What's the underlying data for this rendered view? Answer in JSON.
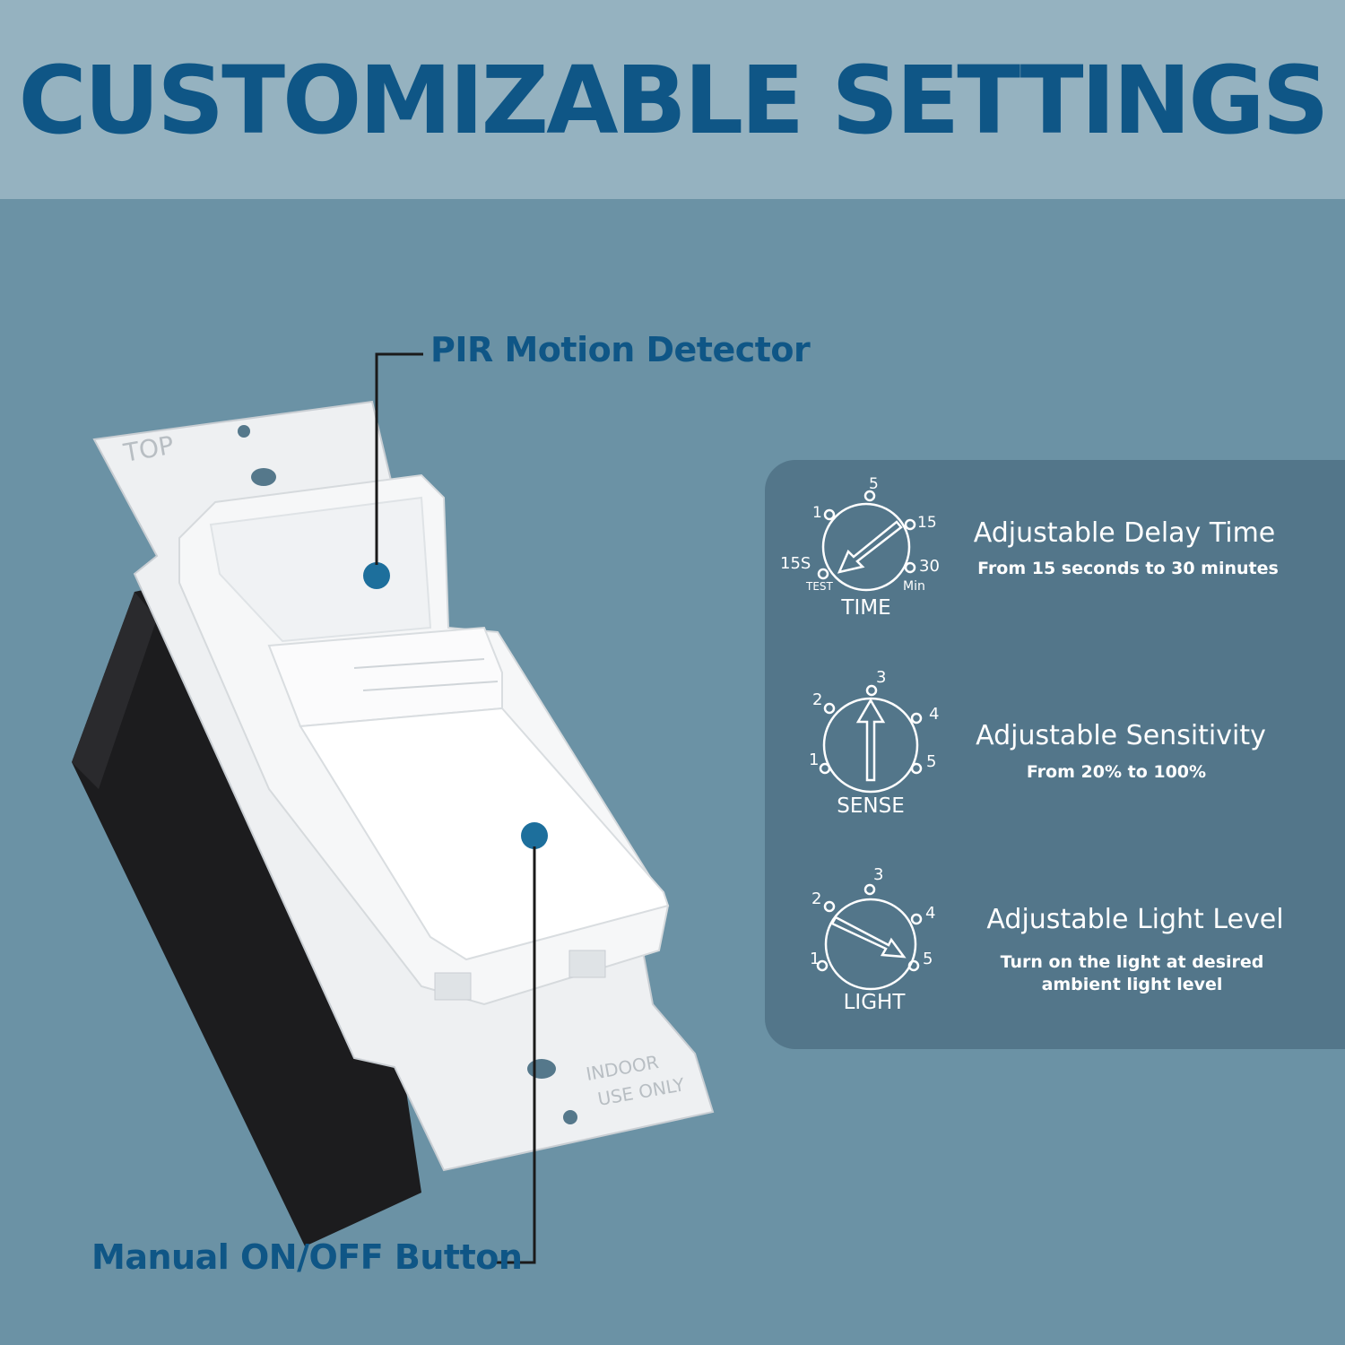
{
  "header": {
    "title": "CUSTOMIZABLE SETTINGS"
  },
  "callouts": {
    "pir_label": "PIR Motion Detector",
    "button_label": "Manual ON/OFF Button"
  },
  "device": {
    "top_marking": "TOP",
    "bottom_marking_line1": "INDOOR",
    "bottom_marking_line2": "USE ONLY"
  },
  "features": [
    {
      "title": "Adjustable Delay Time",
      "subtitle": "From 15 seconds to 30 minutes",
      "dial": {
        "caption": "TIME",
        "marks": [
          "5",
          "1",
          "15",
          "15S",
          "30",
          "TEST",
          "Min"
        ]
      }
    },
    {
      "title": "Adjustable Sensitivity",
      "subtitle": "From 20% to 100%",
      "dial": {
        "caption": "SENSE",
        "marks": [
          "3",
          "2",
          "4",
          "1",
          "5"
        ]
      }
    },
    {
      "title": "Adjustable Light Level",
      "subtitle_line1": "Turn on the light at desired",
      "subtitle_line2": "ambient light level",
      "dial": {
        "caption": "LIGHT",
        "marks": [
          "3",
          "2",
          "4",
          "1",
          "5"
        ]
      }
    }
  ],
  "colors": {
    "background": "#6b92a5",
    "banner": "#95b2c0",
    "title": "#0f5686",
    "panel": "#53768a",
    "dot": "#1d6f9c"
  }
}
